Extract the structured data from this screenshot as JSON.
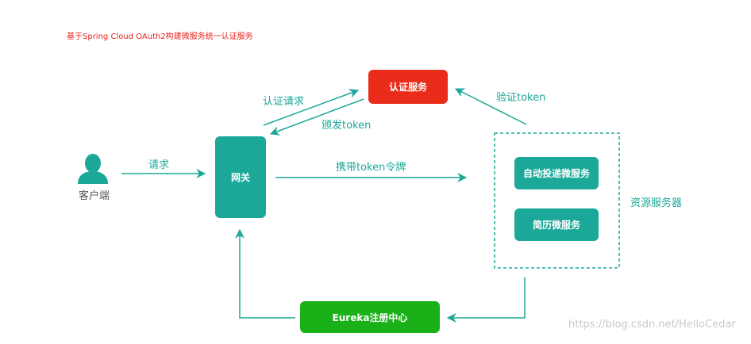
{
  "title": "基于Spring Cloud OAuth2构建微服务统一认证服务",
  "nodes": {
    "auth_service": "认证服务",
    "gateway": "网关",
    "service_auto": "自动投递微服务",
    "service_resume": "简历微服务",
    "eureka": "Eureka注册中心",
    "client": "客户端",
    "resource_server": "资源服务器"
  },
  "edges": {
    "auth_request": "认证请求",
    "issue_token": "颁发token",
    "verify_token": "验证token",
    "request": "请求",
    "carry_token": "携带token令牌"
  },
  "watermark": "https://blog.csdn.net/HelloCedar",
  "colors": {
    "teal": "#1ba898",
    "red": "#ea2d1a",
    "green": "#1ab018",
    "title_red": "#e8231f"
  }
}
